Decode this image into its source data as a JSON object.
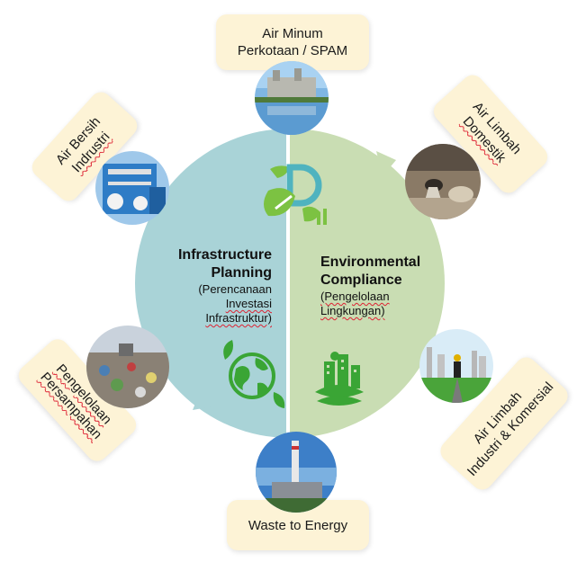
{
  "left_half": {
    "title_line1": "Infrastructure",
    "title_line2": "Planning",
    "sub_line1": "(Perencanaan",
    "sub_line2": "Investasi",
    "sub_line3": "Infrastruktur)"
  },
  "right_half": {
    "title_line1": "Environmental",
    "title_line2": "Compliance",
    "sub_line1": "(Pengelolaan",
    "sub_line2": "Lingkungan)"
  },
  "labels": {
    "top": {
      "line1": "Air Minum",
      "line2": "Perkotaan / SPAM"
    },
    "top_right": {
      "line1": "Air Limbah",
      "line2": "Domestik"
    },
    "right": {
      "line1": "Air Limbah",
      "line2": "Industri & Komersial"
    },
    "bottom": {
      "line1": "Waste to Energy"
    },
    "left_bottom": {
      "line1": "Pengelolaan",
      "line2": "Persampahan"
    },
    "left_top": {
      "line1": "Air Bersih",
      "line2": "Indrustri"
    }
  },
  "colors": {
    "left_circle": "#a9d3d7",
    "right_circle": "#c9ddb3",
    "label_bg": "#fdf3d6",
    "logo_green": "#7cc242",
    "logo_teal": "#4fb3bf"
  },
  "icons": {
    "globe": "globe-leaf-icon",
    "city": "green-city-icon",
    "logo": "company-logo-icon"
  }
}
